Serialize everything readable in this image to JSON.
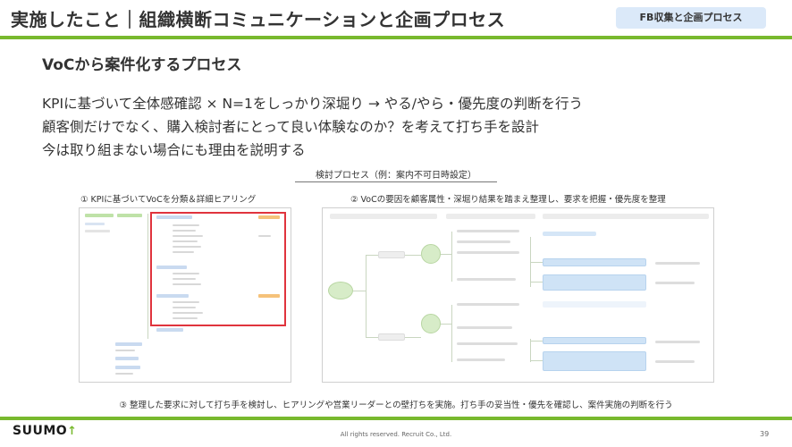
{
  "header": {
    "title": "実施したこと｜組織横断コミュニケーションと企画プロセス",
    "tag": "FB収集と企画プロセス"
  },
  "section": {
    "title": "VoCから案件化するプロセス"
  },
  "bullets": [
    "KPIに基づいて全体感確認 × N=1をしっかり深堀り → やる/やら・優先度の判断を行う",
    "顧客側だけでなく、購入検討者にとって良い体験なのか？を考えて打ち手を設計",
    "今は取り組まない場合にも理由を説明する"
  ],
  "process": {
    "caption": "検討プロセス（例：案内不可日時設定）",
    "step1": "① KPIに基づいてVoCを分類＆詳細ヒアリング",
    "step2": "② VoCの要因を顧客属性・深堀り結果を踏まえ整理し、要求を把握・優先度を整理",
    "step3": "③ 整理した要求に対して打ち手を検討し、ヒアリングや営業リーダーとの壁打ちを実施。打ち手の妥当性・優先を確認し、案件実施の判断を行う"
  },
  "footer": {
    "logo": "SUUMO",
    "copyright": "All rights reserved. Recruit Co., Ltd.",
    "page": "39"
  },
  "colors": {
    "accent_green": "#78b92e",
    "tag_bg": "#dbe9f9",
    "highlight_red": "#e0343d"
  }
}
